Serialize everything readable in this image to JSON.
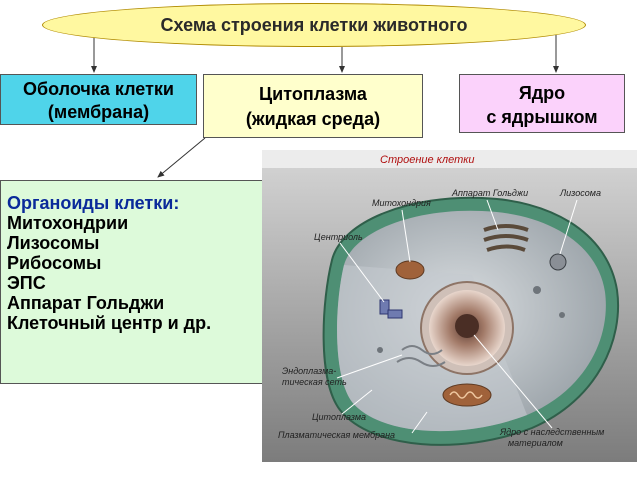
{
  "title": "Схема строения клетки животного",
  "boxes": {
    "membrane": [
      "Оболочка клетки",
      "(мембрана)"
    ],
    "cytoplasm": [
      "Цитоплазма",
      "(жидкая среда)"
    ],
    "nucleus": [
      "Ядро",
      "с ядрышком"
    ]
  },
  "organoids": {
    "title": "Органоиды клетки:",
    "items": [
      "Митохондрии",
      "Лизосомы",
      "Рибосомы",
      "ЭПС",
      "Аппарат Гольджи",
      "Клеточный центр и др."
    ]
  },
  "figure": {
    "title": "Строение клетки",
    "labels": {
      "mitochondria": "Митохондрия",
      "golgi": "Аппарат Гольджи",
      "lysosome": "Лизосома",
      "centriole": "Центриоль",
      "er_line1": "Эндоплазма-",
      "er_line2": "тическая сеть",
      "cytoplasm": "Цитоплазма",
      "membrane": "Плазматическая мембрана",
      "nucleus_line1": "Ядро с наследственным",
      "nucleus_line2": "материалом"
    }
  },
  "colors": {
    "title_fill": "#fff8a0",
    "membrane_fill": "#4fd4ea",
    "cytoplasm_fill": "#ffffcc",
    "nucleus_fill": "#fbd2fb",
    "organoids_fill": "#ddfada",
    "organoids_title": "#0a2a9a",
    "figure_title": "#b01010"
  }
}
